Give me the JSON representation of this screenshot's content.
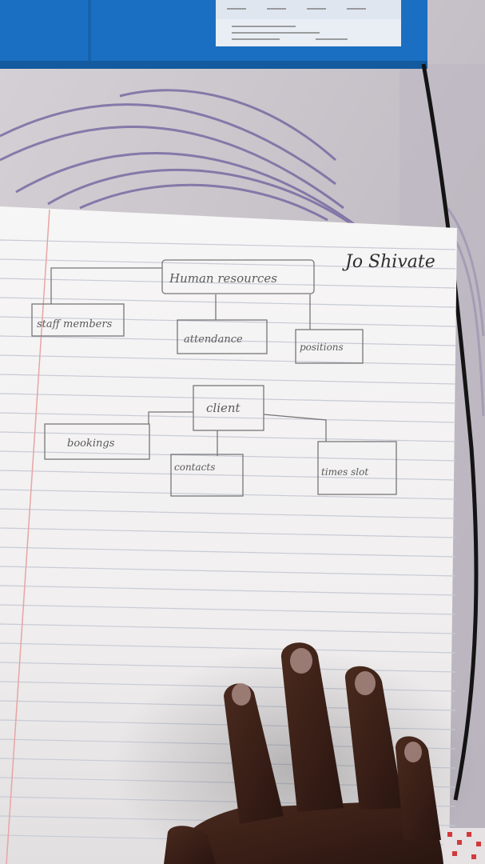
{
  "scene": {
    "description_colors": {
      "paper": "#f4f2f1",
      "ruled_line": "#c9cdd8",
      "margin_line": "#e5a6a6",
      "pencil": "#6b6b6b",
      "laptop_blue": "#1d73c6",
      "bedsheet": "#c9c4ca",
      "hand": "#3a2118"
    }
  },
  "signature": "Jo Shivate",
  "diagram": {
    "root": "Human resources",
    "root_children": [
      "staff members",
      "attendance",
      "positions"
    ],
    "second_root": "client",
    "second_children": [
      "bookings",
      "contacts",
      "times slot"
    ]
  }
}
